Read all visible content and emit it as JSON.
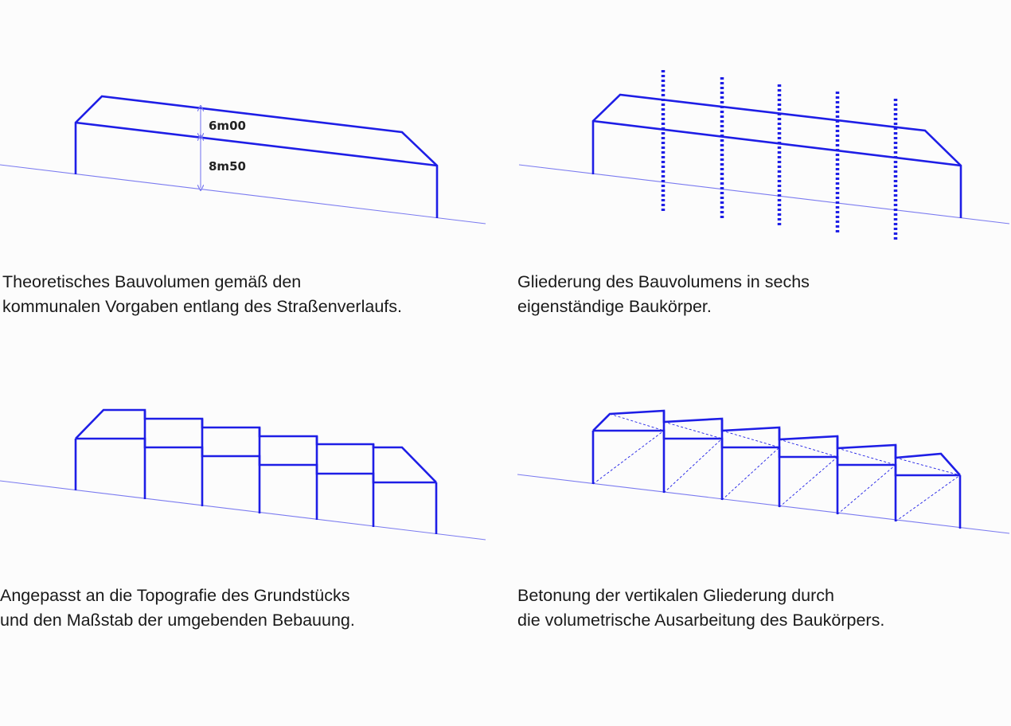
{
  "colors": {
    "stroke": "#1e1ee6",
    "ground": "#7b7bf0",
    "background": "#fcfcfc",
    "text": "#1a1a1a"
  },
  "panels": [
    {
      "id": "volume",
      "caption_lines": [
        "Theoretisches Bauvolumen gemäß den",
        "kommunalen Vorgaben entlang des Straßenverlaufs."
      ],
      "dimensions": [
        {
          "label": "6m00"
        },
        {
          "label": "8m50"
        }
      ]
    },
    {
      "id": "division",
      "caption_lines": [
        "Gliederung des Bauvolumens in sechs",
        "eigenständige Baukörper."
      ]
    },
    {
      "id": "topography",
      "caption_lines": [
        "Angepasst an die Topografie des Grundstücks",
        "und den Maßstab der umgebenden Bebauung."
      ]
    },
    {
      "id": "vertical",
      "caption_lines": [
        "Betonung der vertikalen Gliederung durch",
        "die volumetrische Ausarbeitung des Baukörpers."
      ]
    }
  ]
}
